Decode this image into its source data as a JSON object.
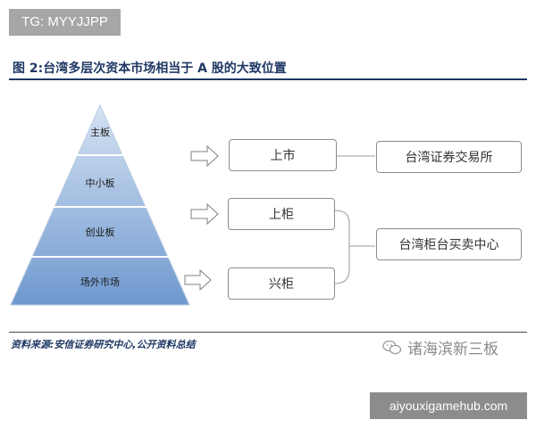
{
  "tags": {
    "top": "TG: MYYJJPP",
    "bottom": "aiyouxigamehub.com"
  },
  "figure": {
    "title": "图 2:台湾多层次资本市场相当于 A 股的大致位置",
    "source": "资料来源:安信证券研究中心,公开资料总结"
  },
  "pyramid": {
    "levels": [
      "主板",
      "中小板",
      "创业板",
      "场外市场"
    ],
    "fill_top": "#d6e3f3",
    "fill_bottom": "#6f98cf"
  },
  "boxes": {
    "listed": "上市",
    "otc": "上柜",
    "emerging": "兴柜",
    "twse": "台湾证券交易所",
    "tpex": "台湾柜台买卖中心"
  },
  "watermark": {
    "text": "诸海滨新三板"
  }
}
